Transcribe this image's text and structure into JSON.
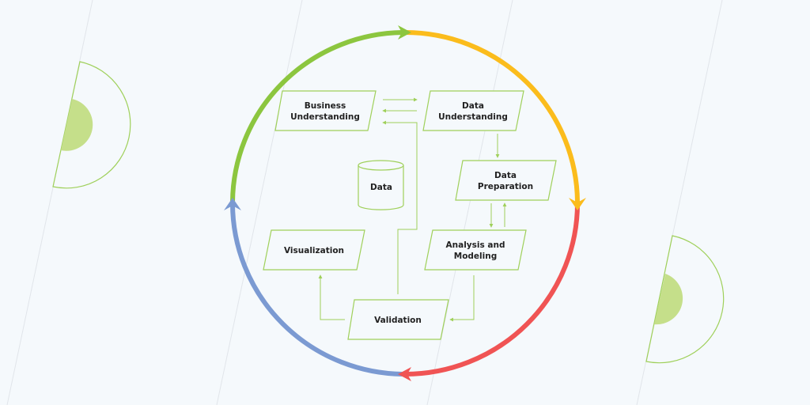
{
  "colors": {
    "background": "#f5f9fc",
    "green": "#8cc63f",
    "yellow": "#fbbc1c",
    "red": "#f05454",
    "blue": "#7b9ad2",
    "box_stroke": "#9fd05a",
    "deco_fill": "#c5df8a"
  },
  "nodes": {
    "business": {
      "line1": "Business",
      "line2": "Understanding"
    },
    "data_understanding": {
      "line1": "Data",
      "line2": "Understanding"
    },
    "data_preparation": {
      "line1": "Data",
      "line2": "Preparation"
    },
    "analysis": {
      "line1": "Analysis and",
      "line2": "Modeling"
    },
    "visualization": {
      "line1": "Visualization"
    },
    "validation": {
      "line1": "Validation"
    },
    "data_store": {
      "line1": "Data"
    }
  },
  "edges": [
    {
      "from": "Business Understanding",
      "to": "Data Understanding"
    },
    {
      "from": "Data Understanding",
      "to": "Business Understanding"
    },
    {
      "from": "Validation",
      "to": "Business Understanding"
    },
    {
      "from": "Data Understanding",
      "to": "Data Preparation"
    },
    {
      "from": "Data Preparation",
      "to": "Analysis and Modeling"
    },
    {
      "from": "Analysis and Modeling",
      "to": "Data Preparation"
    },
    {
      "from": "Analysis and Modeling",
      "to": "Validation"
    },
    {
      "from": "Validation",
      "to": "Visualization"
    }
  ]
}
